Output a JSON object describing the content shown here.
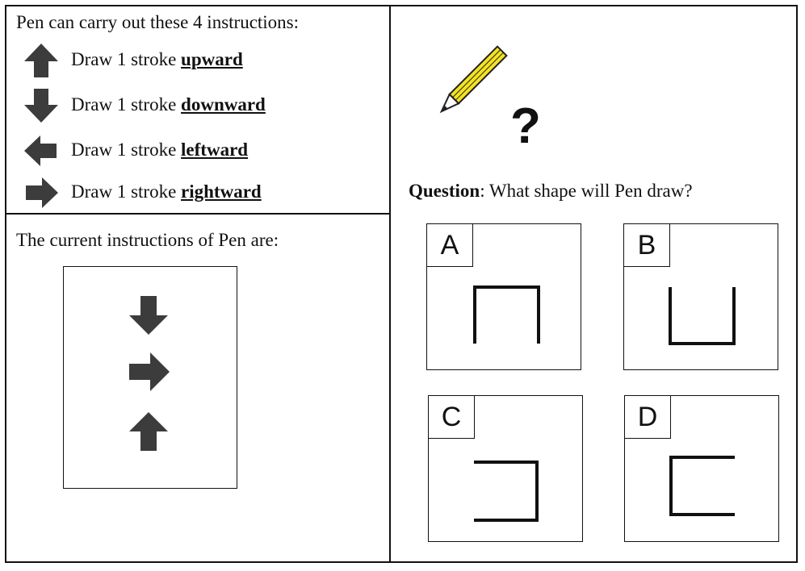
{
  "header": {
    "intro": "Pen can carry out these 4 instructions:"
  },
  "instructions": [
    {
      "icon": "arrow-up-icon",
      "prefix": "Draw 1 stroke ",
      "direction": "upward"
    },
    {
      "icon": "arrow-down-icon",
      "prefix": "Draw 1 stroke ",
      "direction": "downward"
    },
    {
      "icon": "arrow-left-icon",
      "prefix": "Draw 1 stroke ",
      "direction": "leftward"
    },
    {
      "icon": "arrow-right-icon",
      "prefix": "Draw 1 stroke ",
      "direction": "rightward"
    }
  ],
  "program": {
    "label": "The current instructions of Pen are:",
    "steps": [
      "arrow-down-icon",
      "arrow-right-icon",
      "arrow-up-icon"
    ]
  },
  "question": {
    "prefix": "Question",
    "text": ": What shape will Pen draw?",
    "qmark": "?"
  },
  "options": [
    {
      "label": "A",
      "shape": "down-open-n"
    },
    {
      "label": "B",
      "shape": "up-open-u"
    },
    {
      "label": "C",
      "shape": "left-open-reverse-c"
    },
    {
      "label": "D",
      "shape": "right-open-c"
    }
  ],
  "colors": {
    "arrow": "#3c3c3c",
    "line": "#111111",
    "pencil_body": "#f4e21f",
    "pencil_outline": "#222222"
  }
}
